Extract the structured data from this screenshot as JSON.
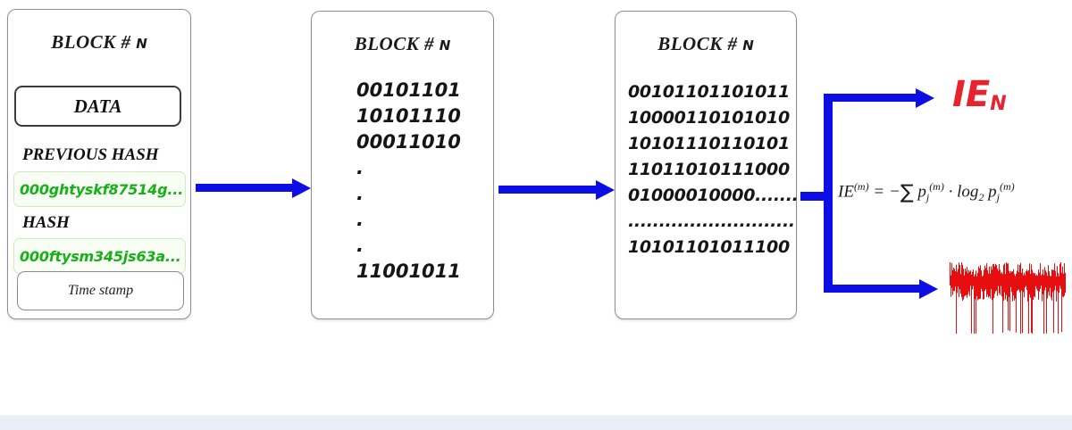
{
  "colors": {
    "blue": "#0d0de6",
    "red": "#e8232d",
    "green": "#17b018",
    "green_box_bg": "#f8fef3",
    "green_box_border": "#cdeebb",
    "footer_bar": "#e9eff7"
  },
  "block1": {
    "title": "BLOCK #",
    "title_n": "N",
    "data_label": "DATA",
    "prev_hash_label": "PREVIOUS HASH",
    "prev_hash_value": "000ghtyskf87514g...",
    "hash_label": "HASH",
    "hash_value": "000ftysm345js63a...",
    "timestamp_label": "Time stamp"
  },
  "block2": {
    "title": "BLOCK #",
    "title_n": "N",
    "lines": [
      "00101101",
      "10101110",
      "00011010"
    ],
    "dots": [
      ".",
      ".",
      ".",
      "."
    ],
    "last_line": "11001011"
  },
  "block3": {
    "title": "BLOCK #",
    "title_n": "N",
    "lines": [
      "00101101101011",
      "10000110101010",
      "10101110110101",
      "11011010111000",
      "01000010000.......",
      "...........................",
      "10101101011100"
    ]
  },
  "output": {
    "entropy_label": "IE",
    "entropy_label_sub": "N",
    "formula": {
      "lhs": "IE",
      "sup_m": "(m)",
      "equals": "=",
      "minus": "−",
      "sigma": "∑",
      "p": "p",
      "sub_j": "j",
      "cdot": "·",
      "log": "log",
      "sub_2": "2"
    },
    "waveform": {
      "color": "#e60e0e",
      "bars": 130
    }
  }
}
